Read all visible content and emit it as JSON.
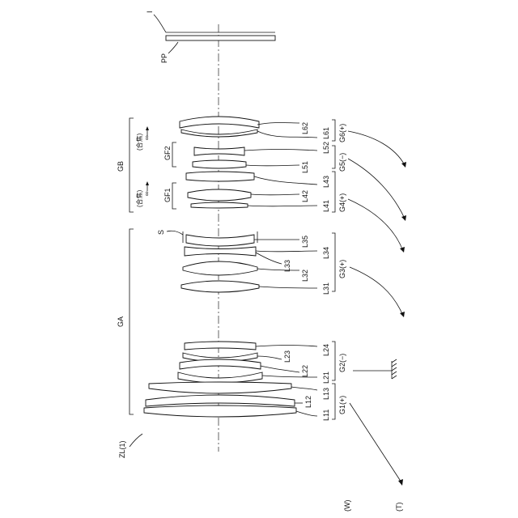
{
  "image_plane": {
    "label": "I",
    "pp_label": "PP"
  },
  "system_label": "ZL(1)",
  "stop_label": "S",
  "brackets": {
    "ga": "GA",
    "gb": "GB",
    "gf1": "GF1",
    "gf2": "GF2"
  },
  "focus": {
    "text": "(合焦)",
    "inf": "∞"
  },
  "lens_labels": [
    "L11",
    "L12",
    "L13",
    "L21",
    "L22",
    "L23",
    "L24",
    "L31",
    "L32",
    "L33",
    "L34",
    "L35",
    "L41",
    "L42",
    "L43",
    "L51",
    "L52",
    "L61",
    "L62"
  ],
  "group_labels": [
    "G1(+)",
    "G2(−)",
    "G3(+)",
    "G4(+)",
    "G5(−)",
    "G6(+)"
  ],
  "states": {
    "wide": "(W)",
    "tele": "(T)"
  }
}
